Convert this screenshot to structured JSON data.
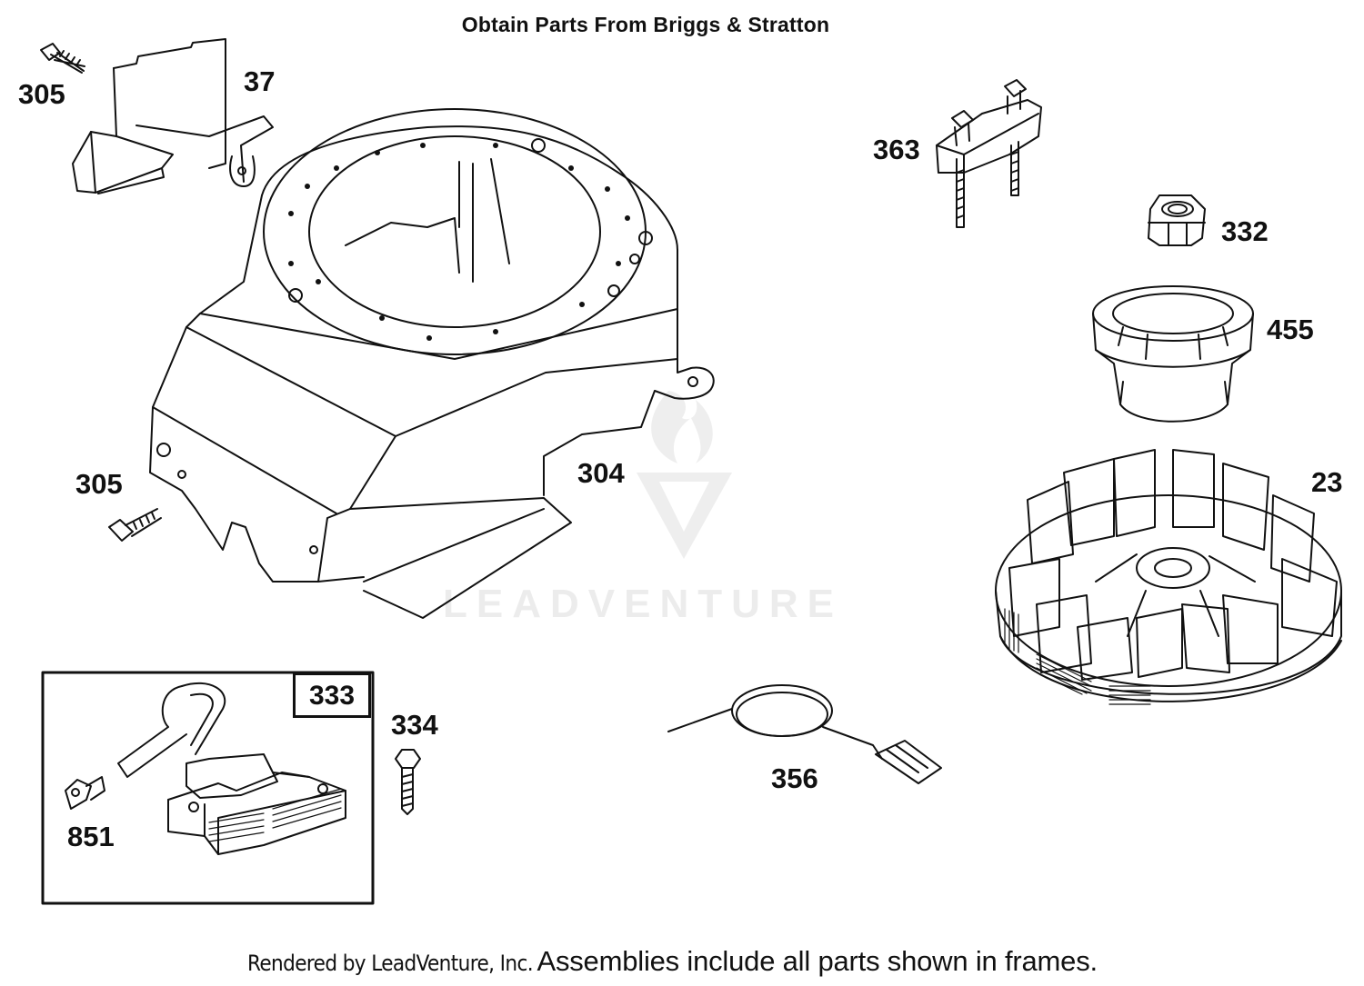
{
  "header": {
    "title": "Obtain Parts From Briggs & Stratton"
  },
  "watermark": {
    "text": "LEADVENTURE"
  },
  "callouts": {
    "c305a": "305",
    "c37": "37",
    "c363": "363",
    "c332": "332",
    "c455": "455",
    "c304": "304",
    "c305b": "305",
    "c23": "23",
    "c333": "333",
    "c334": "334",
    "c356": "356",
    "c851": "851"
  },
  "footer": {
    "credit": "Rendered by LeadVenture, Inc.",
    "note": "Assemblies include all parts shown in frames."
  },
  "colors": {
    "line": "#111111",
    "watermark": "#ececec"
  }
}
